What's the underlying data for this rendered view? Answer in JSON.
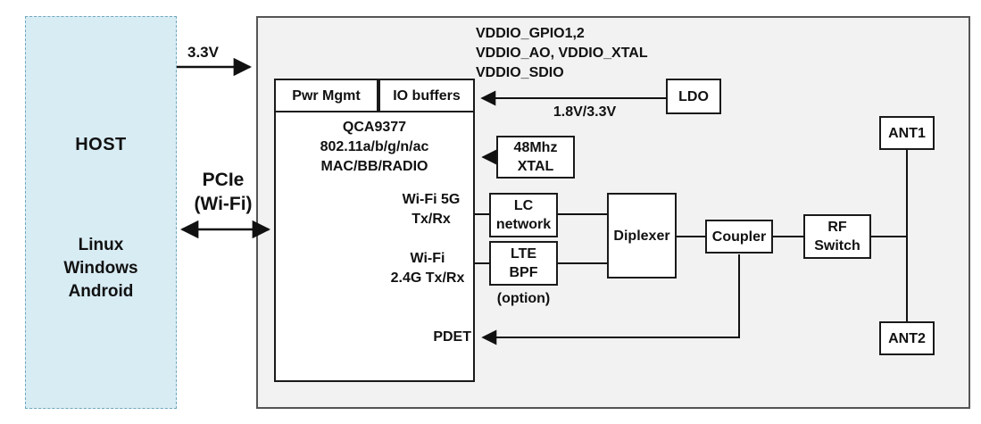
{
  "host": {
    "title": "HOST",
    "os": [
      "Linux",
      "Windows",
      "Android"
    ]
  },
  "links": {
    "power": "3.3V",
    "pcie_line1": "PCIe",
    "pcie_line2": "(Wi-Fi)",
    "vddio": [
      "VDDIO_GPIO1,2",
      "VDDIO_AO, VDDIO_XTAL",
      "VDDIO_SDIO"
    ],
    "ldo_voltage": "1.8V/3.3V"
  },
  "chip": {
    "pwr_mgmt": "Pwr Mgmt",
    "io_buffers": "IO buffers",
    "name": "QCA9377",
    "standard": "802.11a/b/g/n/ac",
    "radio": "MAC/BB/RADIO",
    "wifi5g": [
      "Wi-Fi 5G",
      "Tx/Rx"
    ],
    "wifi24g": [
      "Wi-Fi",
      "2.4G Tx/Rx"
    ],
    "pdet": "PDET"
  },
  "blocks": {
    "ldo": "LDO",
    "xtal": [
      "48Mhz",
      "XTAL"
    ],
    "lc": [
      "LC",
      "network"
    ],
    "lte": [
      "LTE",
      "BPF"
    ],
    "lte_option": "(option)",
    "diplexer": "Diplexer",
    "coupler": "Coupler",
    "rf": [
      "RF",
      "Switch"
    ],
    "ant1": "ANT1",
    "ant2": "ANT2"
  },
  "colors": {
    "host_fill": "#d8ecf4",
    "host_border": "#6fa8bc",
    "panel_fill": "#f2f2f2",
    "panel_border": "#555555",
    "box_border": "#1a1a1a"
  }
}
